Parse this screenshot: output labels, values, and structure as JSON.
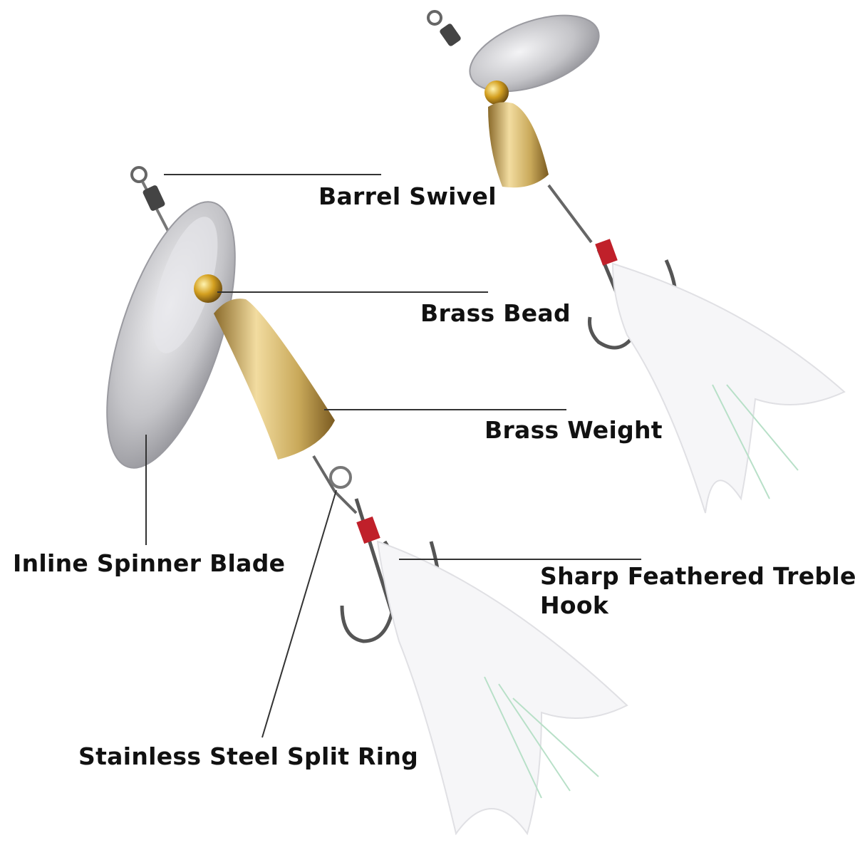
{
  "labels": {
    "barrel_swivel": "Barrel Swivel",
    "brass_bead": "Brass Bead",
    "brass_weight": "Brass Weight",
    "inline_spinner_blade": "Inline Spinner Blade",
    "treble_hook_line1": "Sharp Feathered Treble",
    "treble_hook_line2": "Hook",
    "split_ring": "Stainless Steel Split Ring"
  },
  "colors": {
    "text": "#111111",
    "leader": "#333333",
    "brass": "#c9a95a",
    "silver": "#c8c8cc",
    "thread": "#c0202a"
  }
}
